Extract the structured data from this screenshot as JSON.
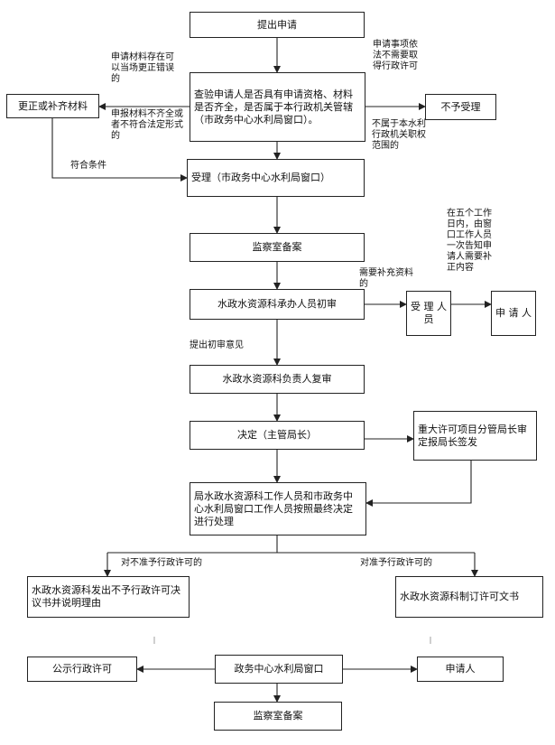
{
  "boxes": {
    "submit": "提出申请",
    "review": "查验申请人是否具有申请资格、材料是否齐全，是否属于本行政机关管辖（市政务中心水利局窗口）。",
    "correct": "更正或补齐材料",
    "reject": "不予受理",
    "accept": "受理（市政务中心水利局窗口）",
    "record1": "监察室备案",
    "initial_review": "水政水资源科承办人员初审",
    "acceptor": "受 理 人员",
    "applicant_box1": "申 请 人",
    "second_review": "水政水资源科负责人复审",
    "decision": "决定（主管局长）",
    "major_approval": "重大许可项目分管局长审定报局长签发",
    "processing": "局水政水资源科工作人员和市政务中心水利局窗口工作人员按照最终决定进行处理",
    "deny_notice": "水政水资源科发出不予行政许可决议书并说明理由",
    "permit_doc": "水政水资源科制订许可文书",
    "window": "政务中心水利局窗口",
    "publicize": "公示行政许可",
    "applicant_box2": "申请人",
    "record2": "监察室备案"
  },
  "labels": {
    "on_site_fix": "申请材料存在可以当场更正错误的",
    "incomplete": "申报材料不齐全或者不符合法定形式的",
    "meets": "符合条件",
    "no_permit_needed": "申请事项依法不需要取得行政许可",
    "not_jurisdiction": "不属于本水利行政机关职权范围的",
    "within_5_days": "在五个工作日内，由窗口工作人员一次告知申请人需要补正内容",
    "supplement": "需要补充资料的",
    "propose_opinion": "提出初审意见",
    "deny": "对不准予行政许可的",
    "grant": "对准予行政许可的"
  }
}
